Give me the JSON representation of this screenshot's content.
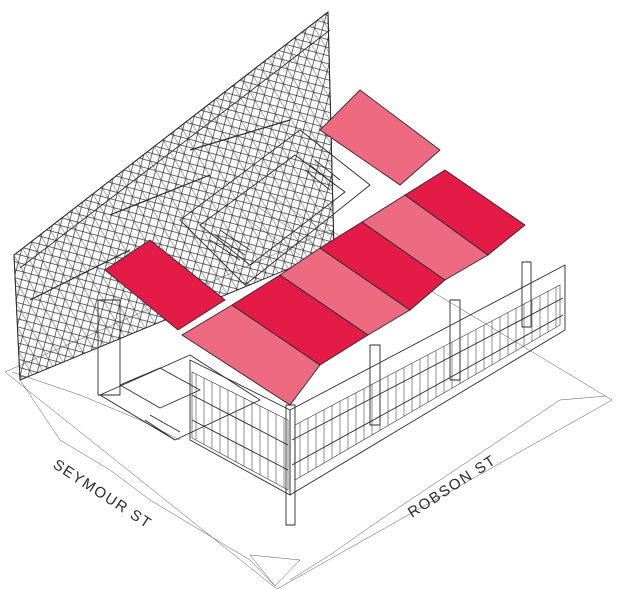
{
  "labels": {
    "street_left": "SEYMOUR ST",
    "street_right": "ROBSON ST"
  },
  "colors": {
    "roof_dark": "#e31b46",
    "roof_light": "#ee6a81",
    "line": "#2b2b2b",
    "atrium": "#ffffff"
  },
  "roof_panels": [
    {
      "name": "roof-panel-left-wing",
      "tone": "roof_dark"
    },
    {
      "name": "roof-panel-front-1",
      "tone": "roof_light"
    },
    {
      "name": "roof-panel-front-2",
      "tone": "roof_dark"
    },
    {
      "name": "roof-panel-front-3",
      "tone": "roof_light"
    },
    {
      "name": "roof-panel-front-4",
      "tone": "roof_dark"
    },
    {
      "name": "roof-panel-front-5",
      "tone": "roof_light"
    },
    {
      "name": "roof-panel-front-6",
      "tone": "roof_dark"
    },
    {
      "name": "roof-panel-back",
      "tone": "roof_light"
    }
  ]
}
